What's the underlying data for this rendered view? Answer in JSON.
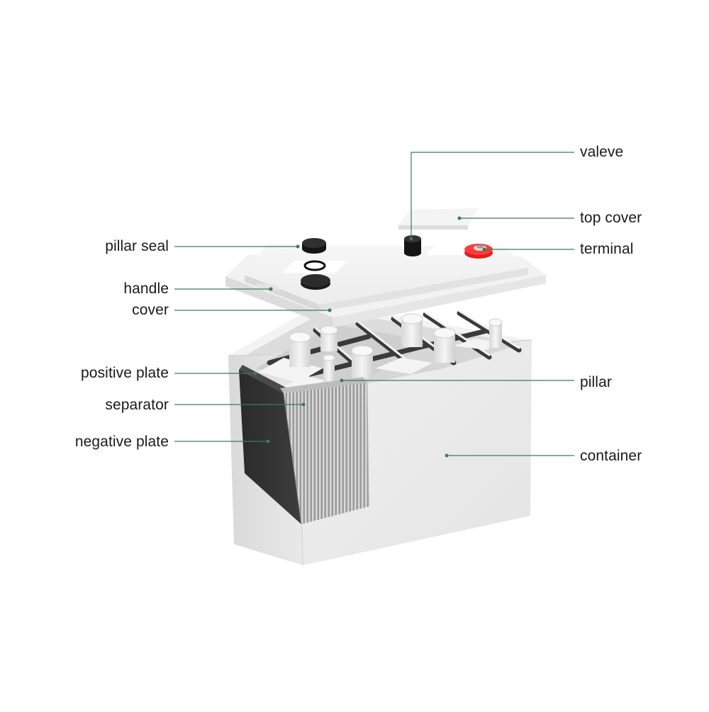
{
  "diagram": {
    "labels": {
      "valeve": "valeve",
      "top_cover": "top cover",
      "terminal": "terminal",
      "pillar_seal": "pillar seal",
      "handle": "handle",
      "cover": "cover",
      "positive_plate": "positive plate",
      "pillar": "pillar",
      "separator": "separator",
      "negative_plate": "negative plate",
      "container": "container"
    },
    "colors": {
      "leader_line": "#3d7a5e",
      "text": "#1a1a1a",
      "terminal_red": "#e02020",
      "body_light": "#eeeeee",
      "plate_dark": "#2e2e2e"
    }
  }
}
